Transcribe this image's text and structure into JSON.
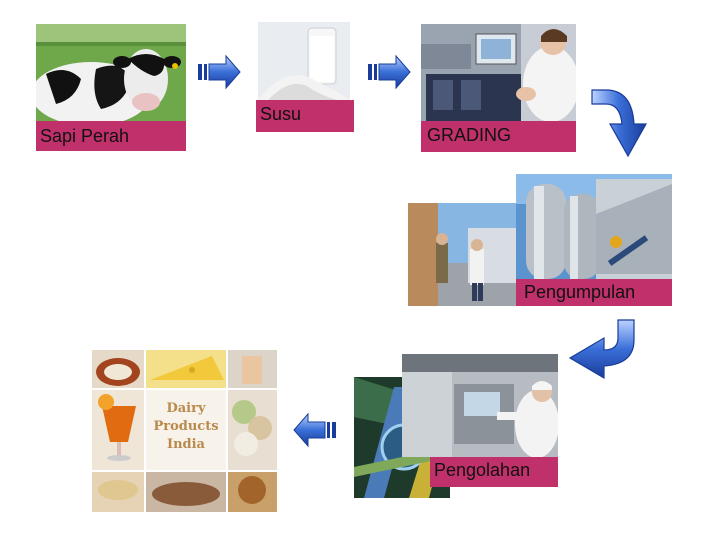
{
  "steps": [
    {
      "label": "Sapi Perah"
    },
    {
      "label": "Susu"
    },
    {
      "label": "GRADING"
    },
    {
      "label": "Pengumpulan"
    },
    {
      "label": "Pengolahan"
    },
    {
      "label": ""
    }
  ],
  "products_panel": {
    "line1": "Dairy",
    "line2": "Products",
    "line3": "India"
  },
  "colors": {
    "label_bg": "#c0306a",
    "arrow_fill": "#3a6fd8",
    "arrow_edge": "#1a3c9a"
  }
}
